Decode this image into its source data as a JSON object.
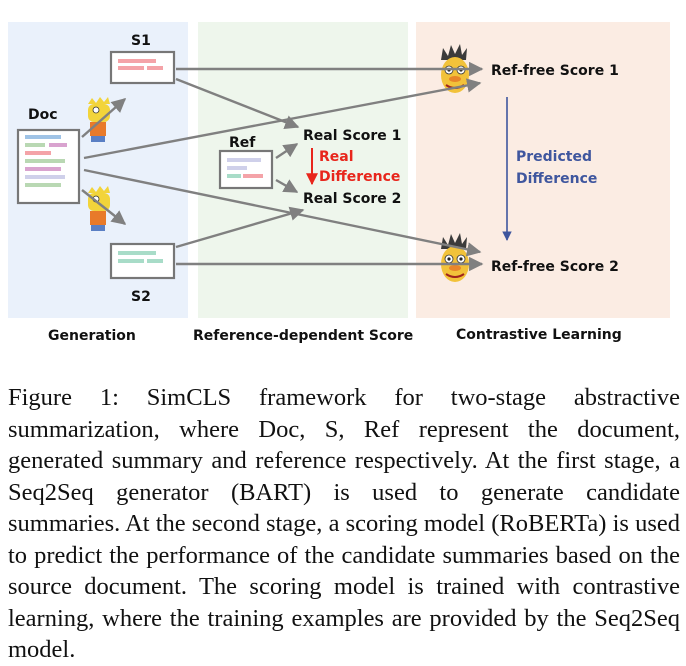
{
  "figure": {
    "panels": {
      "generation": "Generation",
      "reference_dependent": "Reference-dependent Score",
      "contrastive": "Contrastive Learning"
    },
    "doc_label": "Doc",
    "s1_label": "S1",
    "s2_label": "S2",
    "ref_label": "Ref",
    "real_score_1": "Real Score 1",
    "real_score_2": "Real Score 2",
    "real_difference_line1": "Real",
    "real_difference_line2": "Difference",
    "ref_free_score_1": "Ref-free Score 1",
    "ref_free_score_2": "Ref-free Score 2",
    "predicted_difference_line1": "Predicted",
    "predicted_difference_line2": "Difference",
    "colors": {
      "generation_bg": "#eaf1fb",
      "reference_bg": "#eef6ec",
      "contrastive_bg": "#fbece3",
      "real_difference": "#e8261c",
      "predicted_difference": "#3f569e",
      "arrow": "#808080"
    }
  },
  "caption": "Figure 1: SimCLS framework for two-stage abstractive summarization, where Doc, S, Ref represent the document, generated summary and reference respectively. At the first stage, a Seq2Seq generator (BART) is used to generate candidate summaries. At the second stage, a scoring model (RoBERTa) is used to predict the performance of the candidate summaries based on the source document. The scoring model is trained with contrastive learning, where the training examples are provided by the Seq2Seq model."
}
